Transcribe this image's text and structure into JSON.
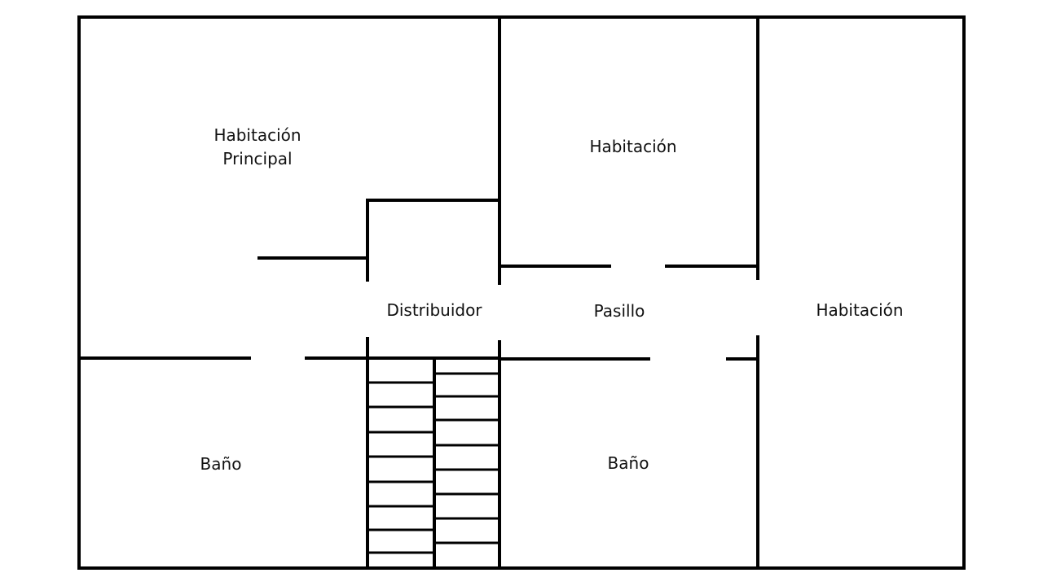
{
  "plan": {
    "rooms": {
      "master_bedroom": {
        "line1": "Habitación",
        "line2": "Principal"
      },
      "bedroom_top": {
        "label": "Habitación"
      },
      "bedroom_right": {
        "label": "Habitación"
      },
      "landing": {
        "label": "Distribuidor"
      },
      "hallway": {
        "label": "Pasillo"
      },
      "bathroom_left": {
        "label": "Baño"
      },
      "bathroom_right": {
        "label": "Baño"
      }
    },
    "colors": {
      "walls": "#000000",
      "background": "#ffffff",
      "text": "#111111"
    }
  }
}
